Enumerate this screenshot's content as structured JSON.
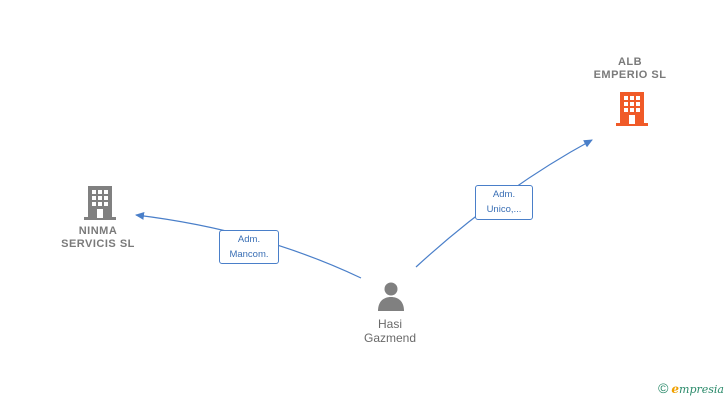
{
  "nodes": {
    "alb": {
      "line1": "ALB",
      "line2": "EMPERIO  SL",
      "color": "#f05a28"
    },
    "ninma": {
      "line1": "NINMA",
      "line2": "SERVICIS  SL",
      "color": "#808080"
    },
    "person": {
      "line1": "Hasi",
      "line2": "Gazmend",
      "color": "#808080"
    }
  },
  "edges": {
    "to_alb": {
      "line1": "Adm.",
      "line2": "Unico,..."
    },
    "to_ninma": {
      "line1": "Adm.",
      "line2": "Mancom."
    }
  },
  "colors": {
    "edge": "#4a7fc9"
  },
  "footer": {
    "copyright_symbol": "©",
    "brand_initial": "e",
    "brand_rest": "mpresia"
  }
}
